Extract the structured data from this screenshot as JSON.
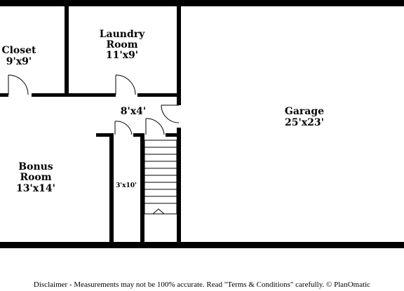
{
  "rooms": {
    "closet": {
      "name": "Closet",
      "dim": "9'x9'"
    },
    "laundry": {
      "name_line1": "Laundry",
      "name_line2": "Room",
      "dim": "11'x9'"
    },
    "hallway": {
      "dim": "8'x4'"
    },
    "garage": {
      "name": "Garage",
      "dim": "25'x23'"
    },
    "bonus": {
      "name_line1": "Bonus",
      "name_line2": "Room",
      "dim": "13'x14'"
    },
    "small_space": {
      "dim": "3'x10'"
    }
  },
  "disclaimer": "Disclaimer - Measurements may not be 100% accurate. Read \"Terms & Conditions\" carefully. © PlanOmatic",
  "colors": {
    "wall": "#000000",
    "background": "#ffffff"
  }
}
